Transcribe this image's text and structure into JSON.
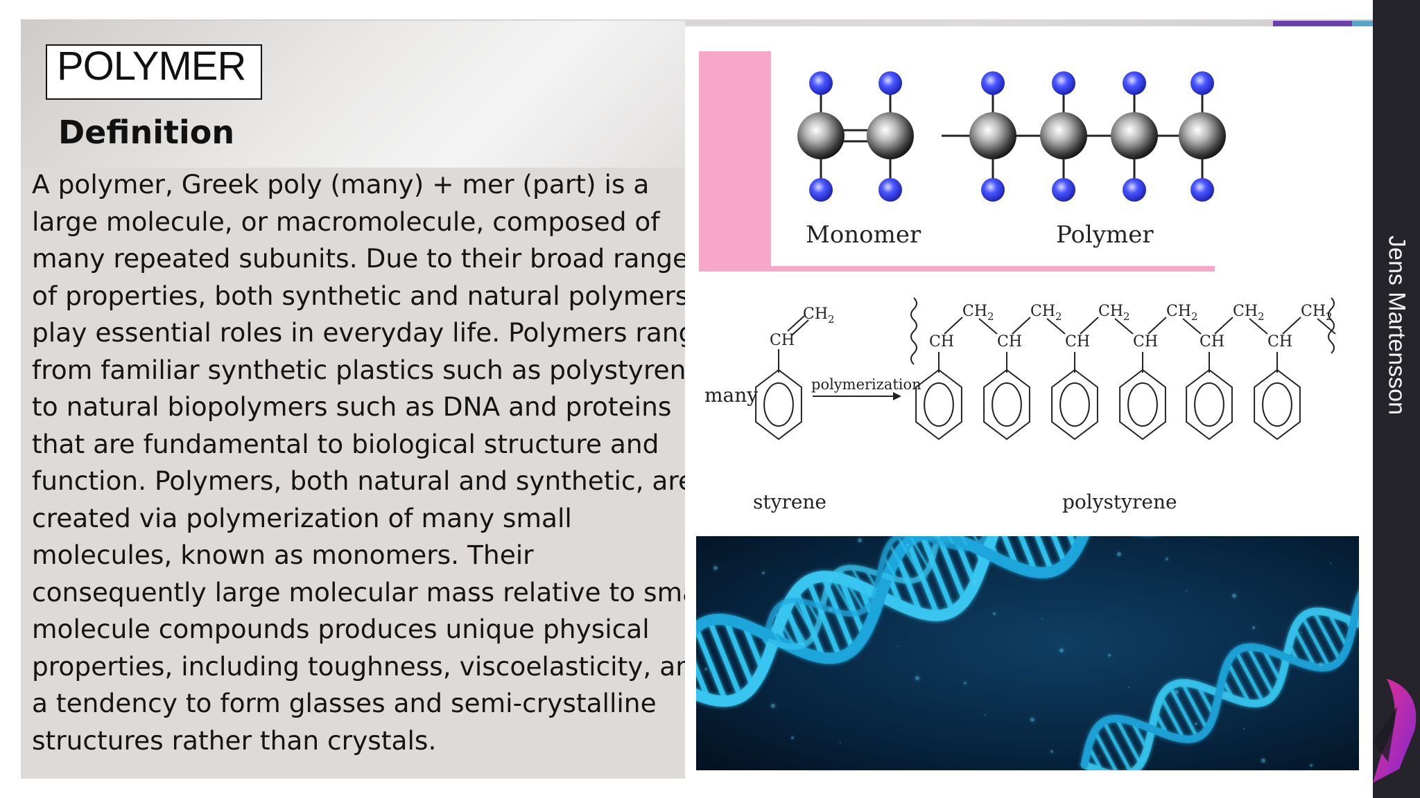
{
  "slide": {
    "title": "POLYMER",
    "subtitle": "Definition",
    "author": "Jens Martensson",
    "body_lines": [
      "A polymer, Greek poly (many) + mer (part) is a",
      "large molecule, or macromolecule, composed of",
      "many repeated subunits. Due to their broad range",
      "of properties, both synthetic and natural polymers",
      "play essential roles in everyday life. Polymers range",
      "from familiar synthetic plastics such as polystyrene",
      "to natural biopolymers such as DNA and proteins",
      "that are fundamental to biological structure and",
      "function. Polymers, both natural and synthetic, are",
      "created via polymerization of many small",
      "molecules, known as monomers. Their",
      "consequently large molecular mass relative to small",
      "molecule compounds produces unique physical",
      "properties, including toughness, viscoelasticity, and",
      "a tendency to form glasses and semi-crystalline",
      "structures rather than crystals."
    ]
  },
  "monomer_figure": {
    "monomer_label": "Monomer",
    "polymer_label": "Polymer"
  },
  "styrene_figure": {
    "many_label": "many",
    "arrow_label": "polymerization",
    "styrene_label": "styrene",
    "polystyrene_label": "polystyrene",
    "ch_label": "CH",
    "ch2_label": "CH",
    "subscript": "2"
  },
  "colors": {
    "accent_purple": "#6a3fb0",
    "accent_blue": "#59a5c8",
    "pink_accent": "#f7a8c8",
    "dna_blue": "#1fb3e6",
    "dark_sidebar": "#24242a"
  }
}
